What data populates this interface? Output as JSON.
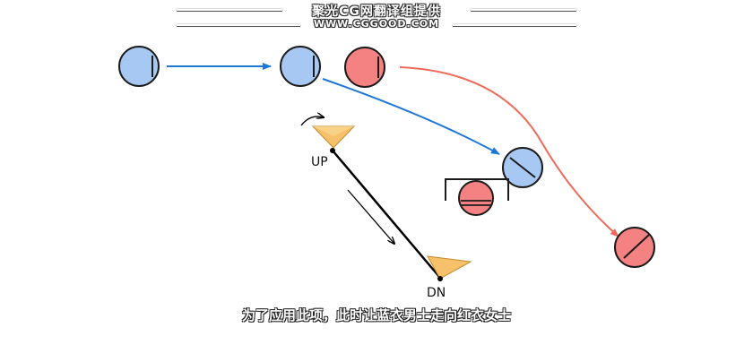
{
  "watermark": {
    "line1": "聚光CG网翻译组提供",
    "line2": "WWW.CGGOOD.COM"
  },
  "labels": {
    "up": "UP",
    "down": "DN"
  },
  "subtitle": "为了应用此项，此时让蓝衣男士走向红衣女士",
  "colors": {
    "blue_figure": "#a8c8f4",
    "red_figure": "#f58282",
    "blue_arrow": "#1f78d6",
    "red_arrow": "#ef6a5a",
    "camera": "#f7c06a",
    "line": "#000000"
  }
}
